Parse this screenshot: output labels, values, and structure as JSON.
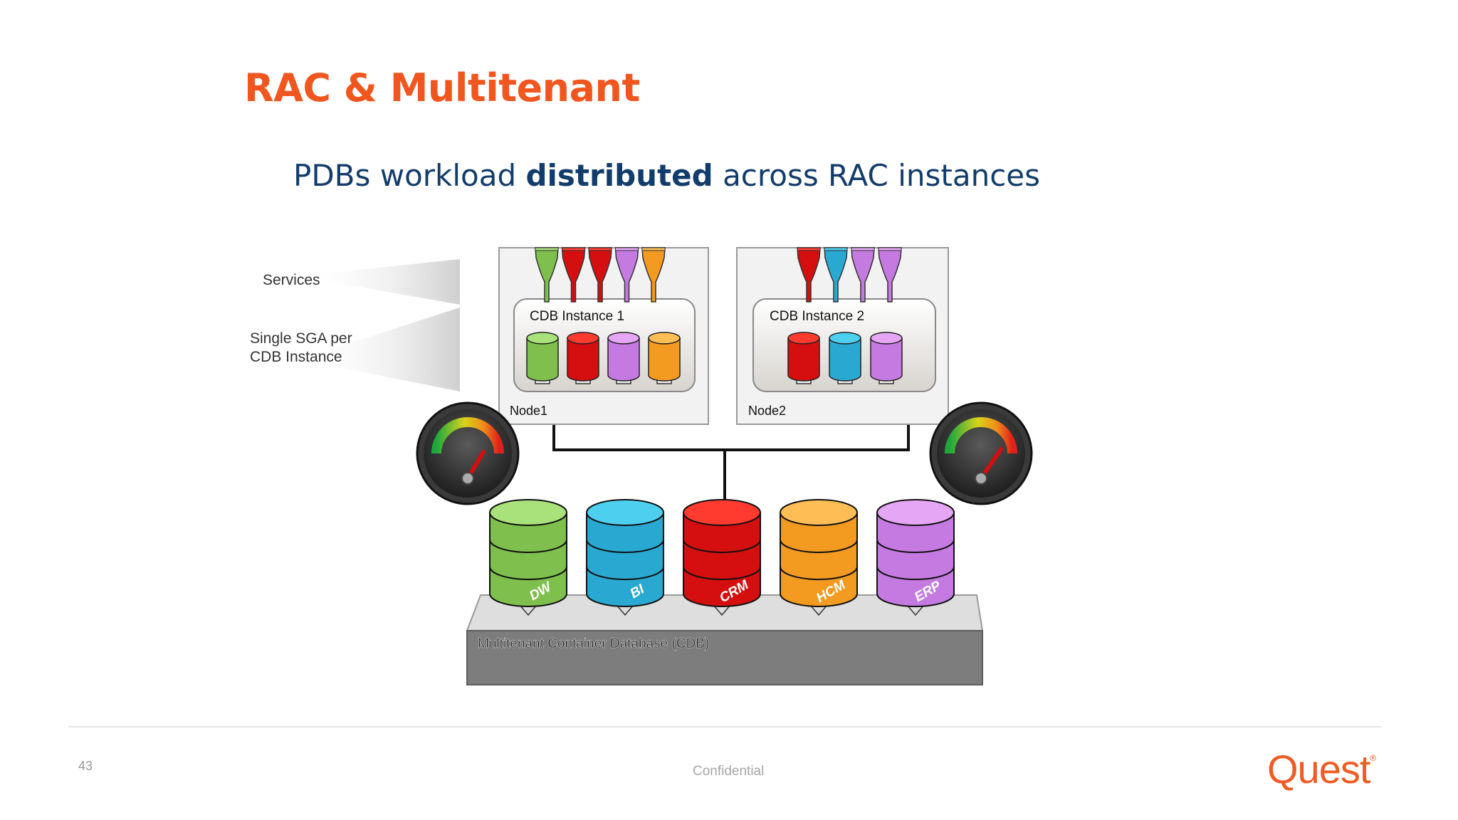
{
  "slide": {
    "title": "RAC & Multitenant",
    "subtitle_pre": "PDBs workload ",
    "subtitle_bold": "distributed",
    "subtitle_post": " across RAC instances",
    "page_number": "43",
    "confidential": "Confidential",
    "logo_text": "Quest",
    "logo_mark": "®"
  },
  "labels": {
    "services": "Services",
    "sga_line1": "Single SGA per",
    "sga_line2": "CDB Instance"
  },
  "nodes": [
    {
      "instance": "CDB Instance 1",
      "node": "Node1",
      "services": [
        "green",
        "red",
        "red",
        "purple",
        "orange"
      ],
      "pdbs": [
        "green",
        "red",
        "purple",
        "orange"
      ]
    },
    {
      "instance": "CDB Instance 2",
      "node": "Node2",
      "services": [
        "red",
        "blue",
        "purple",
        "purple"
      ],
      "pdbs": [
        "red",
        "blue",
        "purple"
      ]
    }
  ],
  "databases": [
    {
      "label": "DW",
      "color": "green"
    },
    {
      "label": "BI",
      "color": "blue"
    },
    {
      "label": "CRM",
      "color": "red"
    },
    {
      "label": "HCM",
      "color": "orange"
    },
    {
      "label": "ERP",
      "color": "purple"
    }
  ],
  "cdb_label": "Multitenant Container Database (CDB)",
  "colors": {
    "green": {
      "light": "#a9e27a",
      "dark": "#7fbf4d"
    },
    "blue": {
      "light": "#4dcfef",
      "dark": "#29a9d2"
    },
    "red": {
      "light": "#ff3b30",
      "dark": "#d50f0f"
    },
    "orange": {
      "light": "#ffbe55",
      "dark": "#f39a20"
    },
    "purple": {
      "light": "#e6a6f6",
      "dark": "#c47ae0"
    },
    "title": "#f0561e",
    "subtitle": "#123c6b",
    "logo": "#ee5b25"
  }
}
